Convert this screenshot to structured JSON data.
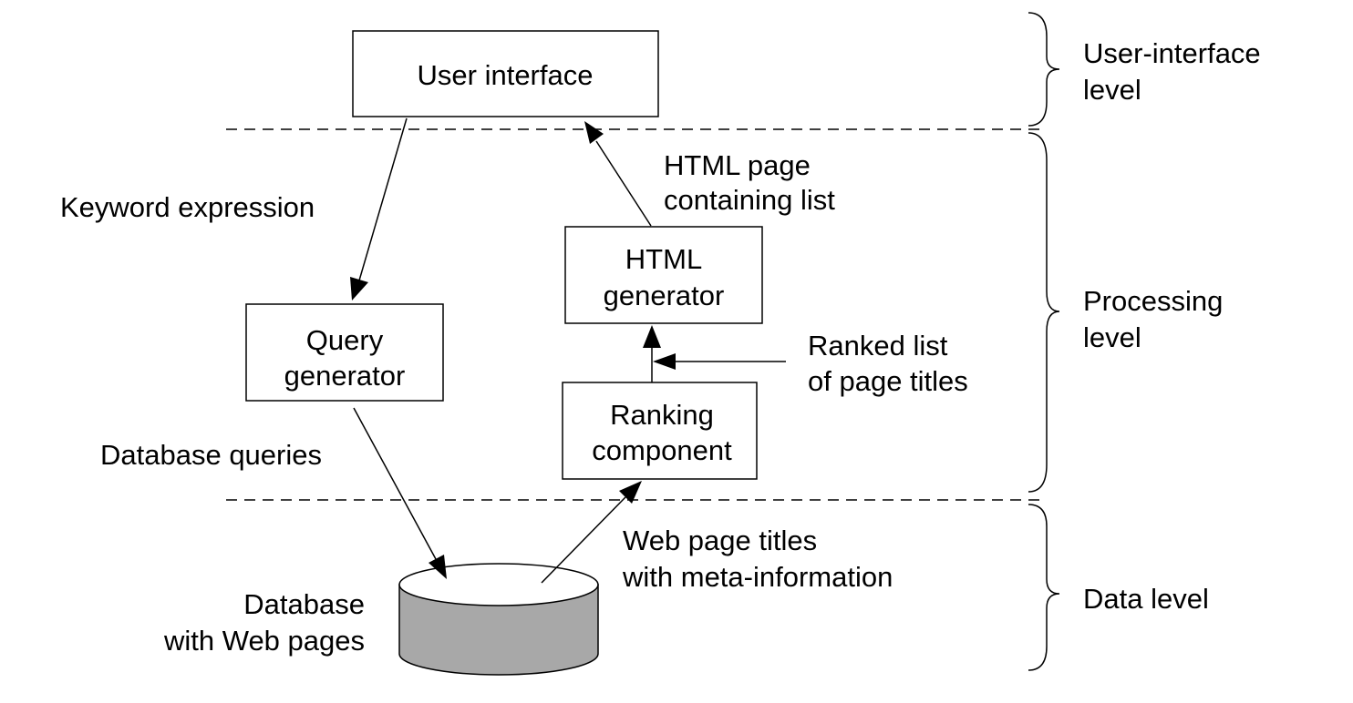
{
  "nodes": {
    "user_interface": "User interface",
    "query_generator": [
      "Query",
      "generator"
    ],
    "html_generator": [
      "HTML",
      "generator"
    ],
    "ranking_component": [
      "Ranking",
      "component"
    ],
    "database": [
      "Database",
      "with Web pages"
    ]
  },
  "edge_labels": {
    "keyword_expression": "Keyword expression",
    "html_page": [
      "HTML page",
      "containing list"
    ],
    "ranked_list": [
      "Ranked list",
      "of page titles"
    ],
    "database_queries": "Database queries",
    "web_page_titles": [
      "Web page titles",
      "with meta-information"
    ]
  },
  "levels": {
    "user_interface": [
      "User-interface",
      "level"
    ],
    "processing": [
      "Processing",
      "level"
    ],
    "data": "Data level"
  },
  "colors": {
    "database_fill": "#a8a8a8",
    "line": "#000000",
    "background": "#ffffff"
  }
}
